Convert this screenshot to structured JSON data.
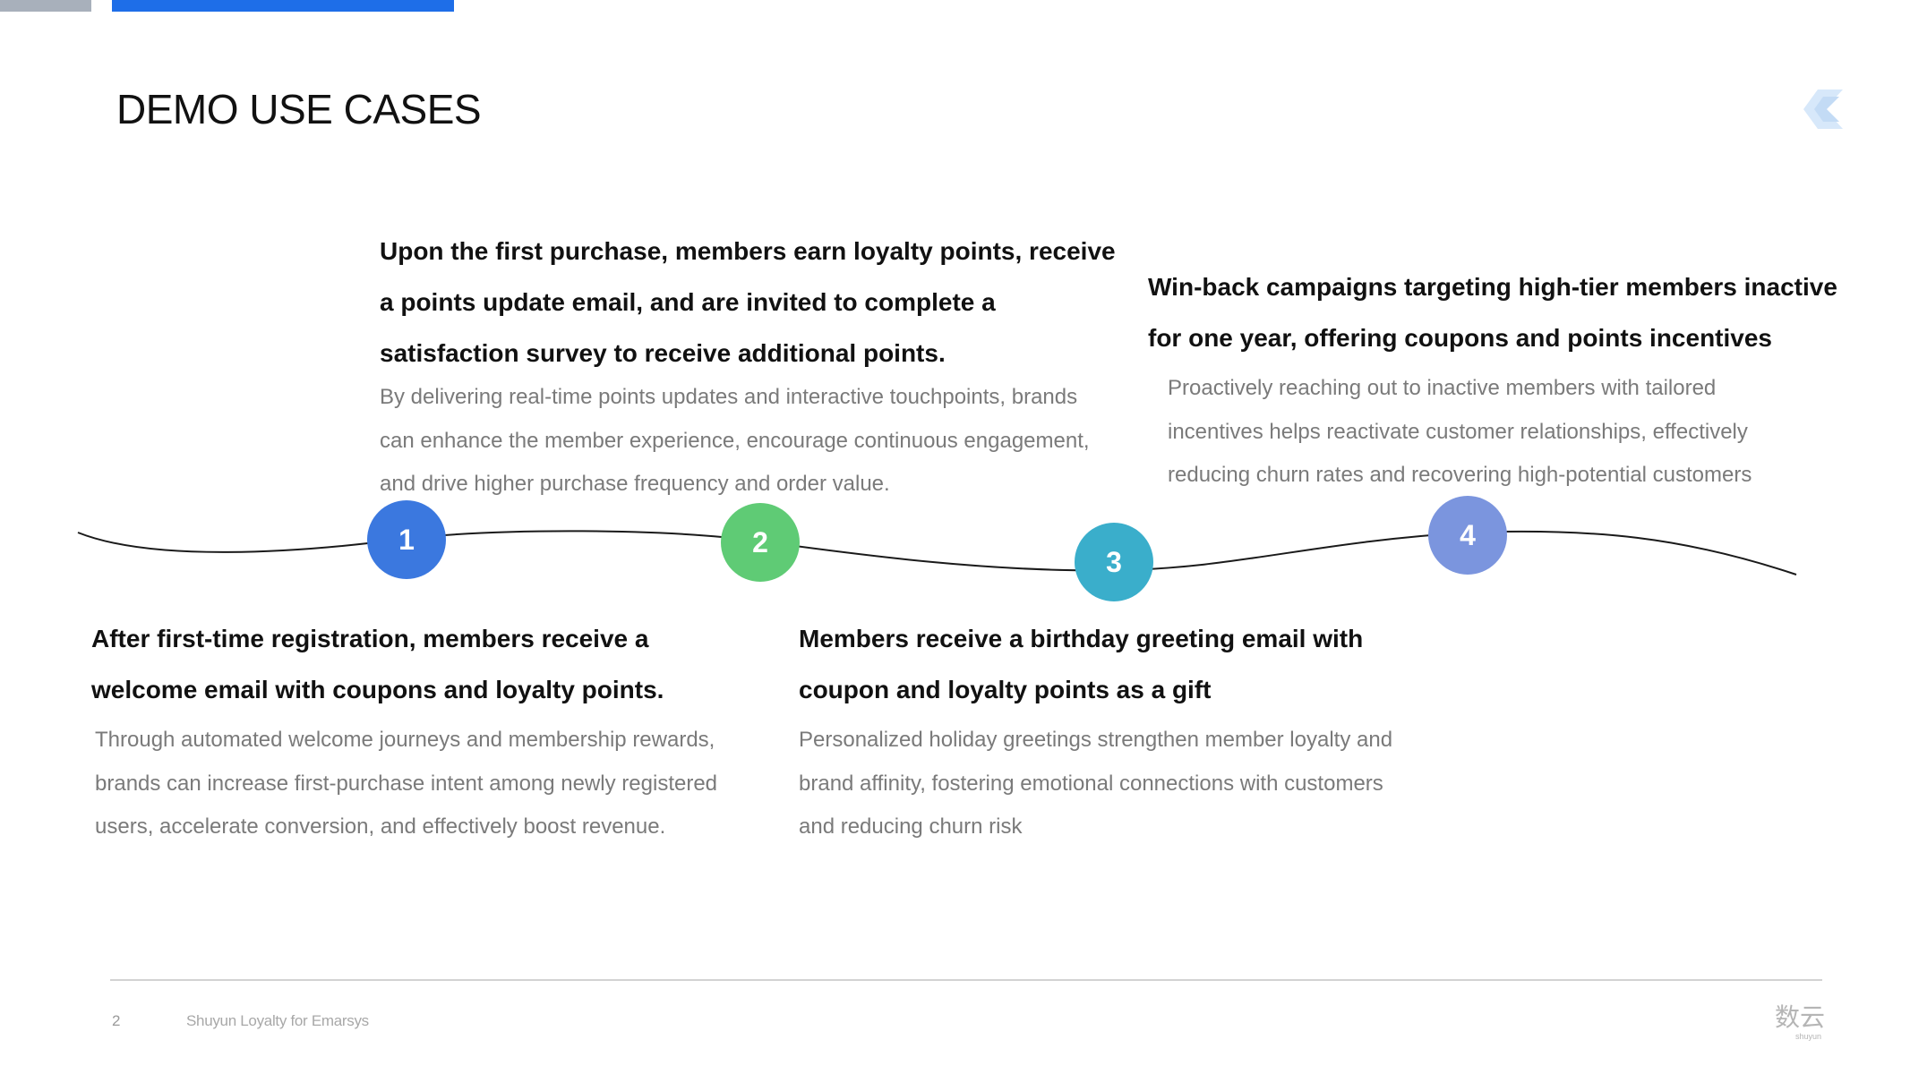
{
  "header": {
    "title": "DEMO USE CASES"
  },
  "colors": {
    "accent_blue": "#1e6ee8",
    "step1": "#3b78df",
    "step2": "#5fcb75",
    "step3": "#3aaecb",
    "step4": "#7b95de",
    "title_text": "#111111",
    "desc_text": "#7a7a7a"
  },
  "steps": [
    {
      "number": "1"
    },
    {
      "number": "2"
    },
    {
      "number": "3"
    },
    {
      "number": "4"
    }
  ],
  "cases": [
    {
      "title_lines": [
        "After first-time registration, members receive a",
        "welcome email with coupons and loyalty points."
      ],
      "desc_lines": [
        "Through automated welcome journeys and membership rewards,",
        "brands can increase first-purchase intent among newly registered",
        "users, accelerate conversion, and effectively boost revenue."
      ]
    },
    {
      "title_lines": [
        "Upon the first purchase, members earn loyalty points, receive",
        "a points update email, and are invited to complete a",
        "satisfaction survey to receive additional points."
      ],
      "desc_lines": [
        "By delivering real-time points updates and interactive touchpoints, brands",
        "can enhance the member experience, encourage continuous engagement,",
        "and drive higher purchase frequency and order value."
      ]
    },
    {
      "title_lines": [
        "Members receive a birthday greeting email with",
        "coupon and loyalty points as a gift"
      ],
      "desc_lines": [
        "Personalized holiday greetings strengthen member loyalty and",
        "brand affinity, fostering emotional connections with customers",
        "and reducing churn risk"
      ]
    },
    {
      "title_lines": [
        "Win-back campaigns targeting high-tier members inactive",
        "for one year, offering coupons and points incentives"
      ],
      "desc_lines": [
        "Proactively reaching out to inactive members with tailored",
        "incentives helps reactivate customer relationships, effectively",
        "reducing churn rates and recovering high-potential customers"
      ]
    }
  ],
  "footer": {
    "page_number": "2",
    "text": "Shuyun Loyalty for Emarsys",
    "logo_cn": "数云",
    "logo_en": "shuyun"
  },
  "icons": {
    "brand_mark": "chevron-brand-icon",
    "footer_logo": "shuyun-logo-icon"
  }
}
